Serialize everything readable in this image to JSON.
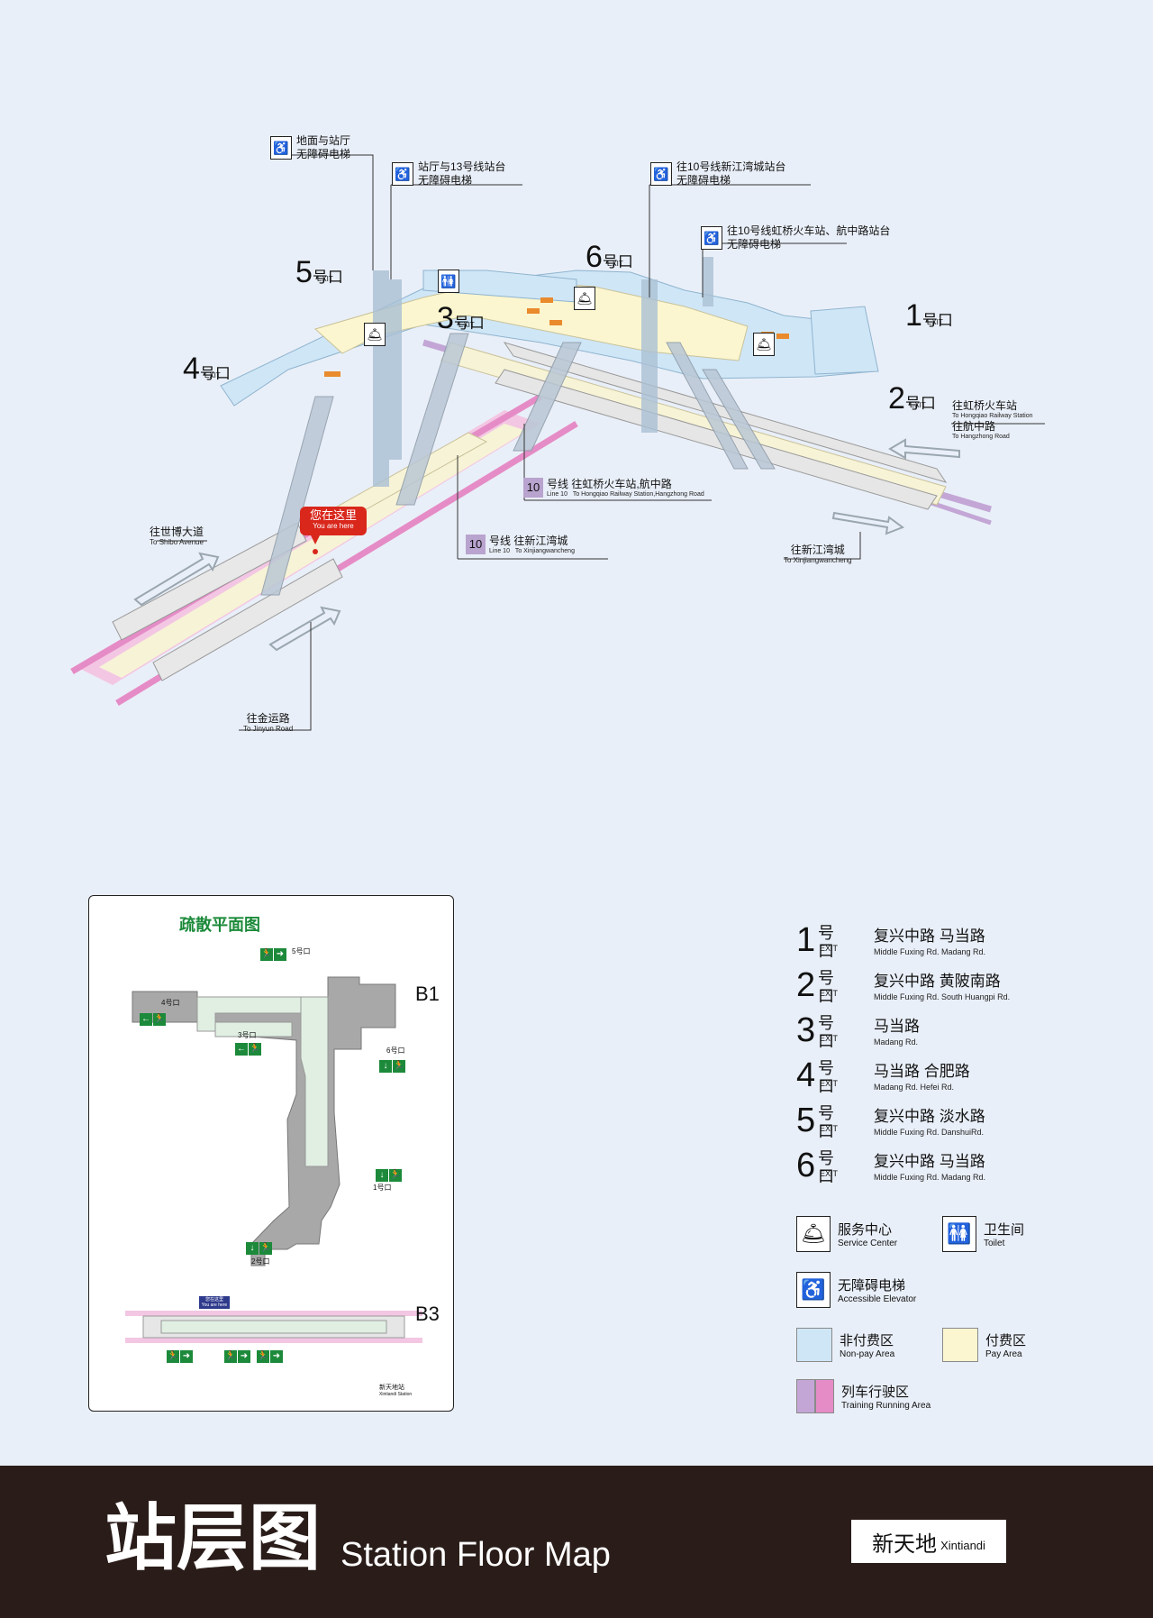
{
  "colors": {
    "background": "#e9eff8",
    "non_pay": "#cfe6f6",
    "pay": "#fbf6cf",
    "track_pink": "#e58cc7",
    "track_purple": "#c3a6d6",
    "banner": "#2a1d19",
    "evac_green": "#1c8a3a",
    "you_are_here": "#d9271c"
  },
  "elevator_callouts": [
    {
      "zh1": "地面与站厅",
      "zh2": "无障碍电梯",
      "icon": "accessible-elevator-icon"
    },
    {
      "zh1": "站厅与13号线站台",
      "zh2": "无障碍电梯",
      "icon": "accessible-elevator-icon"
    },
    {
      "zh1": "往10号线新江湾城站台",
      "zh2": "无障碍电梯",
      "icon": "accessible-elevator-icon"
    },
    {
      "zh1": "往10号线虹桥火车站、航中路站台",
      "zh2": "无障碍电梯",
      "icon": "accessible-elevator-icon"
    }
  ],
  "exits_3d": [
    {
      "num": "5",
      "hao": "号口",
      "en": "EXIT"
    },
    {
      "num": "4",
      "hao": "号口",
      "en": "EXIT"
    },
    {
      "num": "3",
      "hao": "号口",
      "en": "EXIT"
    },
    {
      "num": "6",
      "hao": "号口",
      "en": "EXIT"
    },
    {
      "num": "1",
      "hao": "号口",
      "en": "EXIT"
    },
    {
      "num": "2",
      "hao": "号口",
      "en": "EXIT"
    }
  ],
  "directions": {
    "hongqiao_zh": "往虹桥火车站",
    "hongqiao_en": "To Hongqiao Railway Station",
    "hangzhong_zh": "往航中路",
    "hangzhong_en": "To Hangzhong Road",
    "shibo_zh": "往世博大道",
    "shibo_en": "To Shibo Avenue",
    "jinyun_zh": "往金运路",
    "jinyun_en": "To Jinyun Road",
    "xinjiang_right_zh": "往新江湾城",
    "xinjiang_right_en": "To Xinjiangwancheng"
  },
  "line_labels": [
    {
      "num": "10",
      "hao": "号线",
      "line_en": "Line 10",
      "dest_zh": "往虹桥火车站,航中路",
      "dest_en": "To Hongqiao Railway Station,Hangzhong Road"
    },
    {
      "num": "10",
      "hao": "号线",
      "line_en": "Line 10",
      "dest_zh": "往新江湾城",
      "dest_en": "To Xinjiangwancheng"
    }
  ],
  "you_are_here": {
    "zh": "您在这里",
    "en": "You are here"
  },
  "evac_map": {
    "title": "疏散平面图",
    "b1": "B1",
    "b3": "B3",
    "station_zh": "新天地站",
    "station_en": "Xintiandi Station",
    "you_zh": "您在这里",
    "you_en": "You are here",
    "exit_labels": [
      "5号口",
      "4号口",
      "3号口",
      "6号口",
      "1号口",
      "2号口"
    ]
  },
  "legend_exits": [
    {
      "num": "1",
      "hao": "号口",
      "en": "EXIT",
      "zh": "复兴中路  马当路",
      "road_en": "Middle Fuxing Rd.  Madang Rd."
    },
    {
      "num": "2",
      "hao": "号口",
      "en": "EXIT",
      "zh": "复兴中路  黄陂南路",
      "road_en": "Middle Fuxing Rd.  South Huangpi Rd."
    },
    {
      "num": "3",
      "hao": "号口",
      "en": "EXIT",
      "zh": "马当路",
      "road_en": "Madang Rd."
    },
    {
      "num": "4",
      "hao": "号口",
      "en": "EXIT",
      "zh": "马当路  合肥路",
      "road_en": "Madang Rd.     Hefei Rd."
    },
    {
      "num": "5",
      "hao": "号口",
      "en": "EXIT",
      "zh": "复兴中路  淡水路",
      "road_en": "Middle Fuxing Rd.  DanshuiRd."
    },
    {
      "num": "6",
      "hao": "号口",
      "en": "EXIT",
      "zh": "复兴中路  马当路",
      "road_en": "Middle Fuxing Rd.  Madang Rd."
    }
  ],
  "legend_items": {
    "service_zh": "服务中心",
    "service_en": "Service Center",
    "toilet_zh": "卫生间",
    "toilet_en": "Toilet",
    "elevator_zh": "无障碍电梯",
    "elevator_en": "Accessible Elevator",
    "nonpay_zh": "非付费区",
    "nonpay_en": "Non-pay Area",
    "pay_zh": "付费区",
    "pay_en": "Pay Area",
    "track_zh": "列车行驶区",
    "track_en": "Training Running Area"
  },
  "banner": {
    "title_zh": "站层图",
    "title_en": "Station Floor Map",
    "station_zh": "新天地",
    "station_en": "Xintiandi"
  }
}
